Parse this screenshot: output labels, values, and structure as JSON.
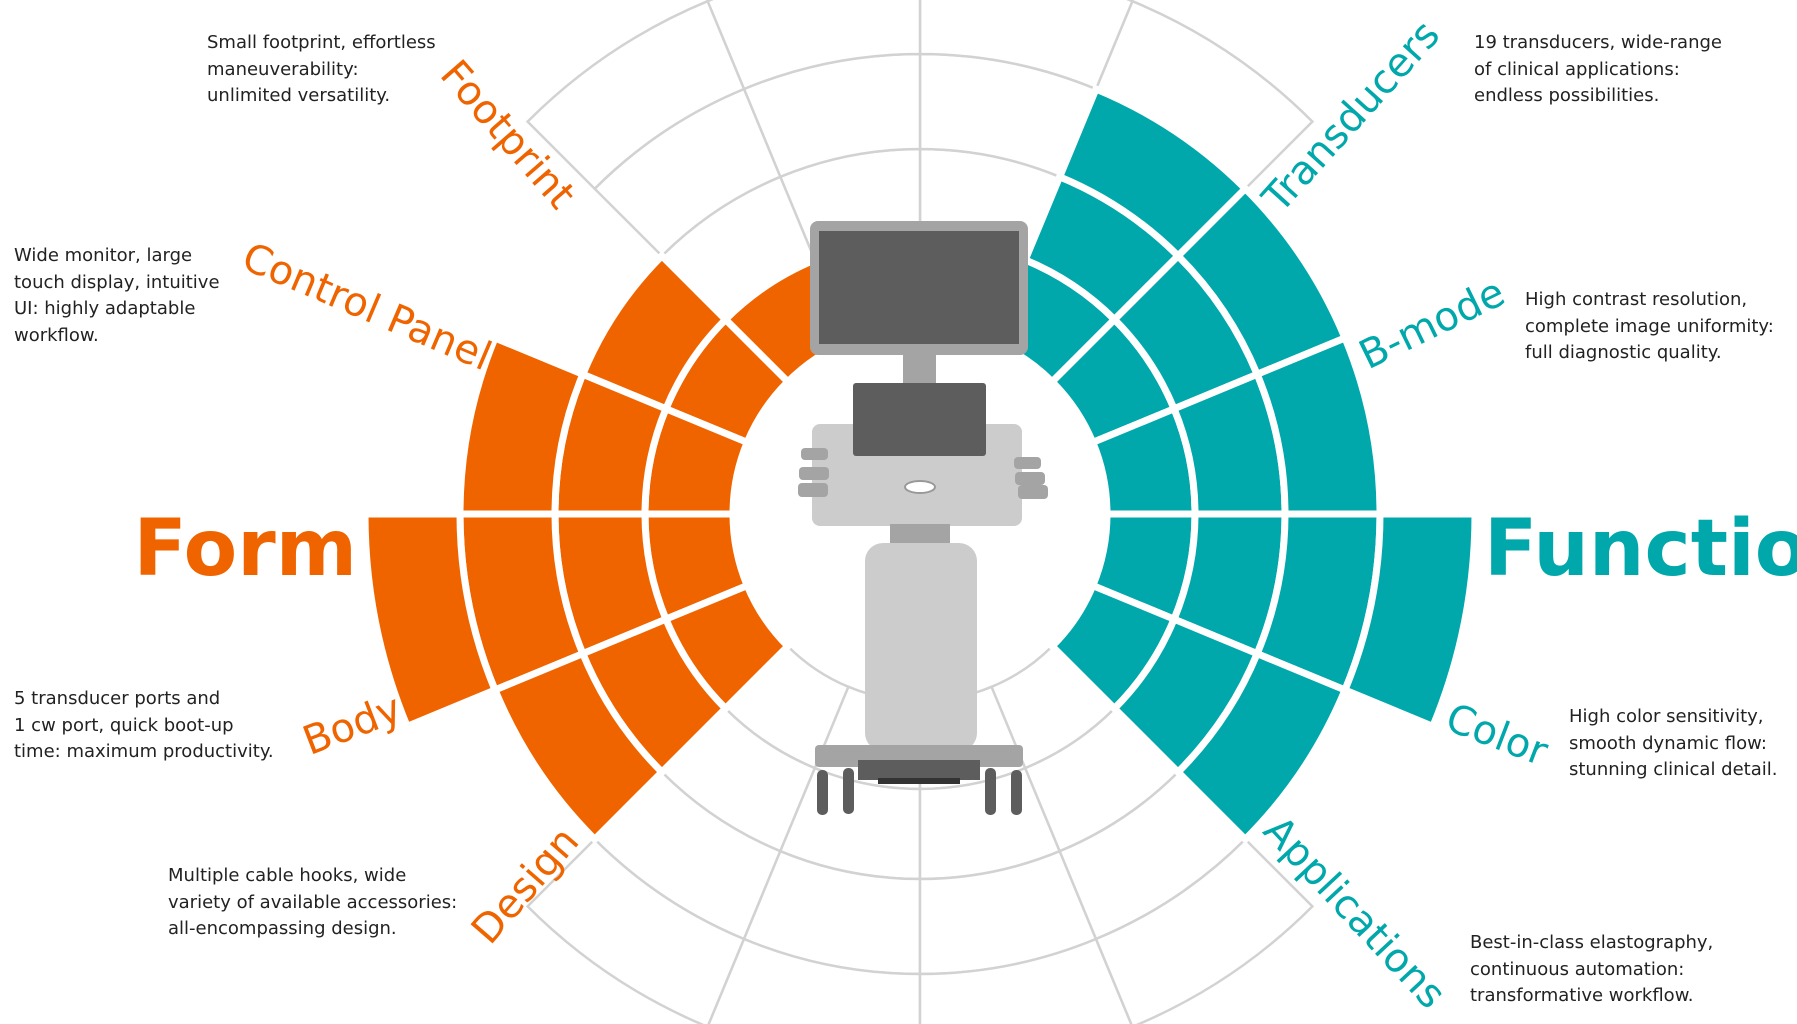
{
  "colors": {
    "form": "#f06400",
    "function": "#00a8ab",
    "outline": "#d2d2d2"
  },
  "form": {
    "title": "Form",
    "categories": [
      {
        "name": "Footprint",
        "description": "Small footprint, effortless\nmaneuverability:\nunlimited versatility."
      },
      {
        "name": "Control Panel",
        "description": "Wide monitor, large\ntouch display, intuitive\nUI: highly adaptable\nworkflow."
      },
      {
        "name": "Body",
        "description": "5 transducer ports and\n1 cw port, quick boot-up\ntime: maximum productivity."
      },
      {
        "name": "Design",
        "description": "Multiple cable hooks, wide\nvariety of available accessories:\nall-encompassing design."
      }
    ]
  },
  "function": {
    "title": "Function",
    "categories": [
      {
        "name": "Transducers",
        "description": "19 transducers, wide-range\nof clinical applications:\nendless possibilities."
      },
      {
        "name": "B-mode",
        "description": "High contrast resolution,\ncomplete image uniformity:\nfull diagnostic quality."
      },
      {
        "name": "Color",
        "description": "High color sensitivity,\nsmooth dynamic flow:\nstunning clinical detail."
      },
      {
        "name": "Applications",
        "description": "Best-in-class elastography,\ncontinuous automation:\ntransformative workflow."
      }
    ]
  }
}
